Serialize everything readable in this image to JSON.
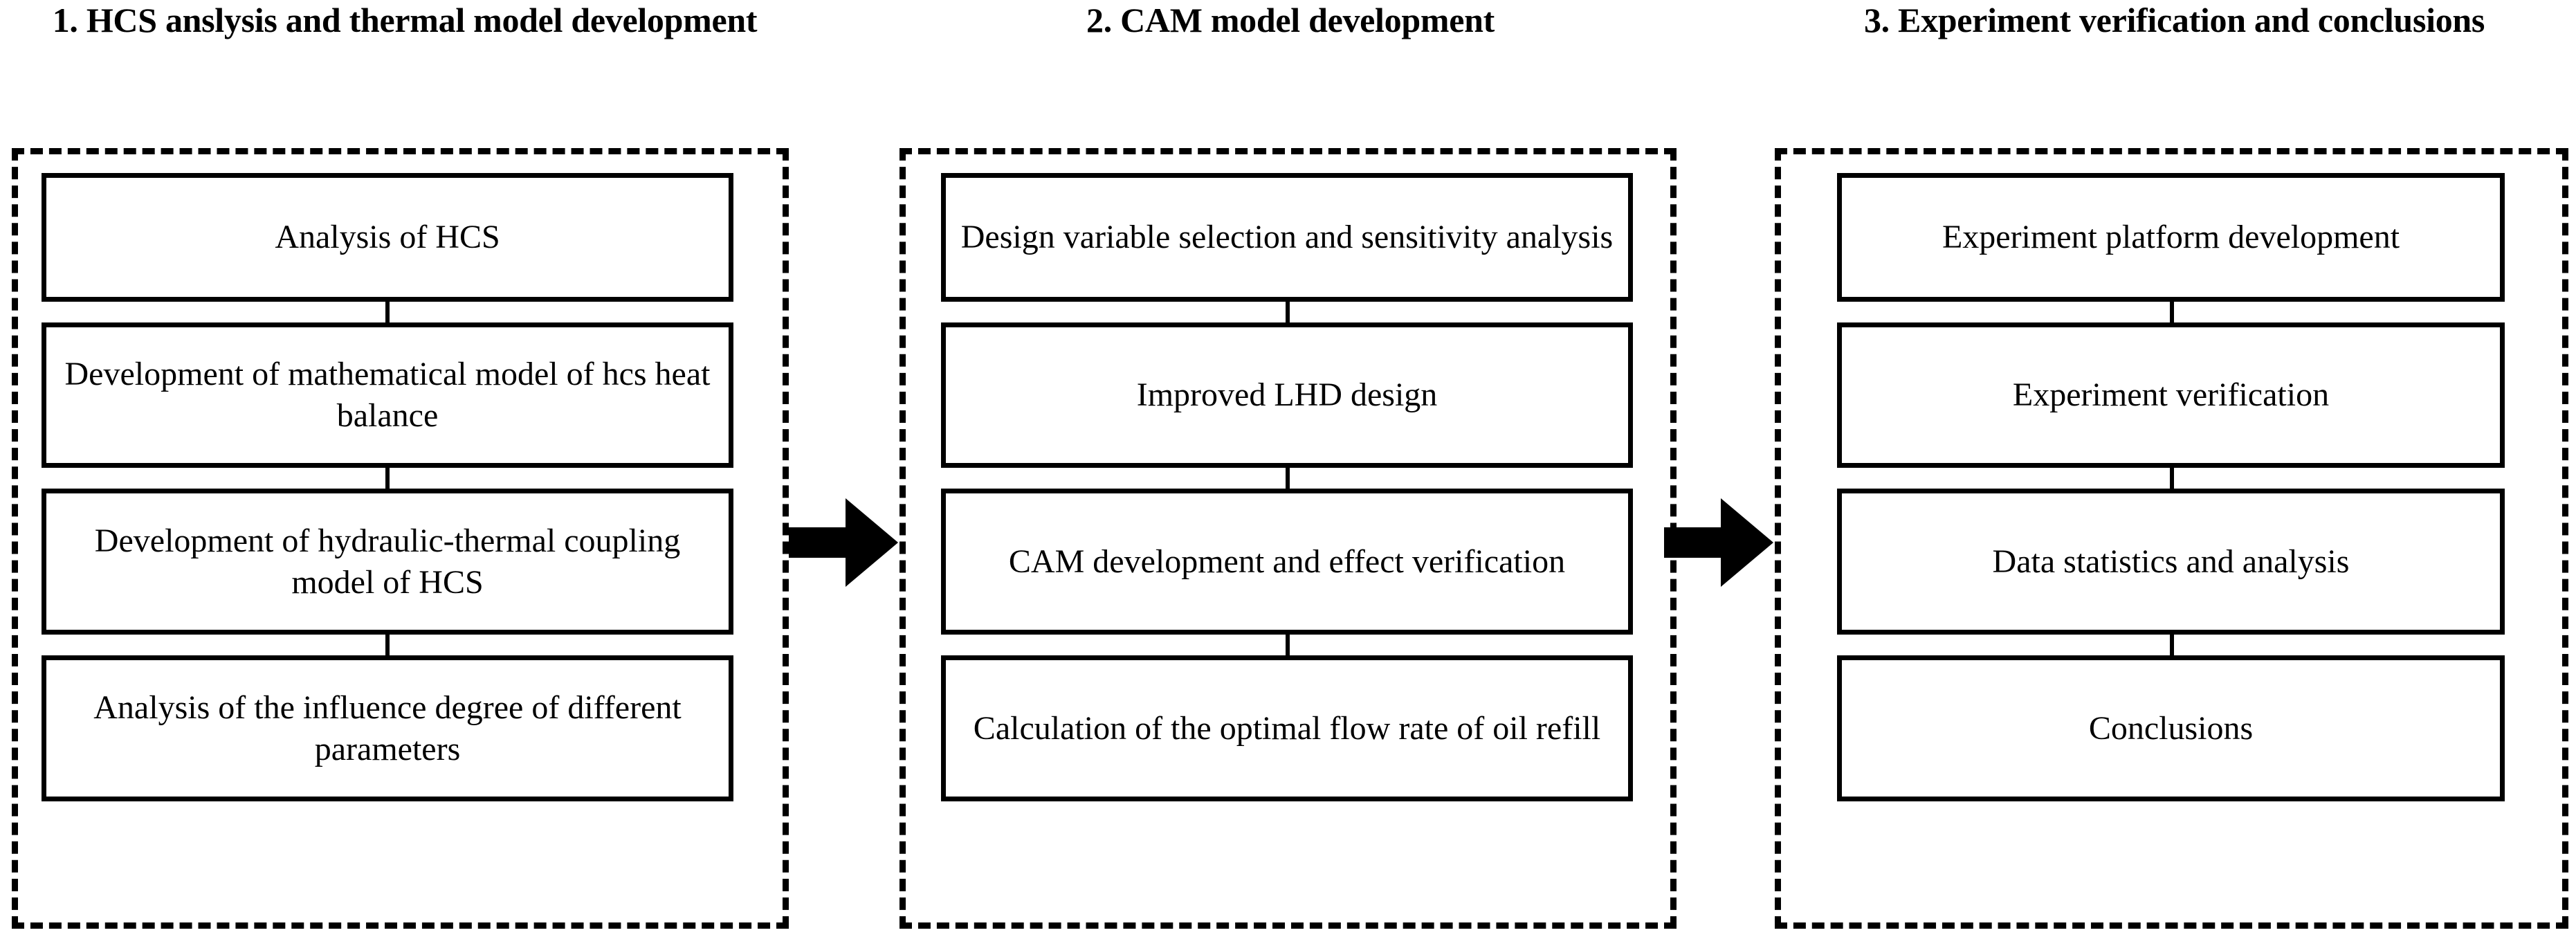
{
  "diagram": {
    "title": "Research methodology flowchart",
    "background_color": "#ffffff",
    "line_color": "#000000",
    "stages": [
      {
        "heading": "1. HCS anslysis and thermal model development",
        "boxes": [
          "Analysis of HCS",
          "Development of mathematical model of hcs heat balance",
          "Development of hydraulic-thermal coupling model of HCS",
          "Analysis of the influence degree of different parameters"
        ]
      },
      {
        "heading": "2. CAM model development",
        "boxes": [
          "Design variable selection and sensitivity analysis",
          "Improved LHD design",
          "CAM development and effect verification",
          "Calculation of the optimal flow rate of oil refill"
        ]
      },
      {
        "heading": "3. Experiment verification and conclusions",
        "boxes": [
          "Experiment platform development",
          "Experiment verification",
          "Data statistics and analysis",
          "Conclusions"
        ]
      }
    ],
    "arrows": [
      {
        "name": "stage1-to-stage2",
        "direction": "right"
      },
      {
        "name": "stage2-to-stage3",
        "direction": "right"
      }
    ]
  }
}
